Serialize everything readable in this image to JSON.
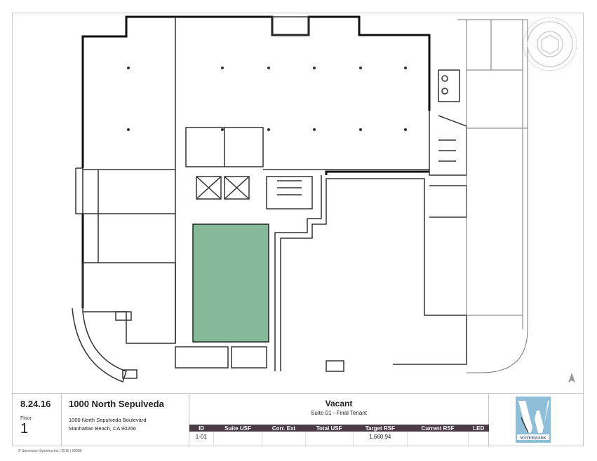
{
  "title_block": {
    "date": "8.24.16",
    "floor_label": "Floor",
    "floor_number": "1",
    "building_name": "1000 North Sepulveda",
    "address_line1": "1000 North Sepulveda Boulevard",
    "address_line2": "Manhattan Beach, CA 90266",
    "status": "Vacant",
    "suite_description": "Suite 01 - Final Tenant",
    "table": {
      "headers": [
        "ID",
        "Suite USF",
        "Corr. Ext",
        "Total USF",
        "Target RSF",
        "Current RSF",
        "LED"
      ],
      "rows": [
        [
          "1-01",
          "",
          "",
          "",
          "1,660.94",
          "",
          ""
        ]
      ]
    }
  },
  "logo_text": "WATERMARK",
  "seal_text": "STEVENSON SYSTEMS · CERTIFIED SPACE ACCOUNTANT · 1989",
  "copyright": "© Stevenson Systems Inc | 2016 | 00086",
  "colors": {
    "suite_fill": "#86b998",
    "header_bg": "#4a3b45",
    "logo_bg": "#8fbfd8"
  }
}
